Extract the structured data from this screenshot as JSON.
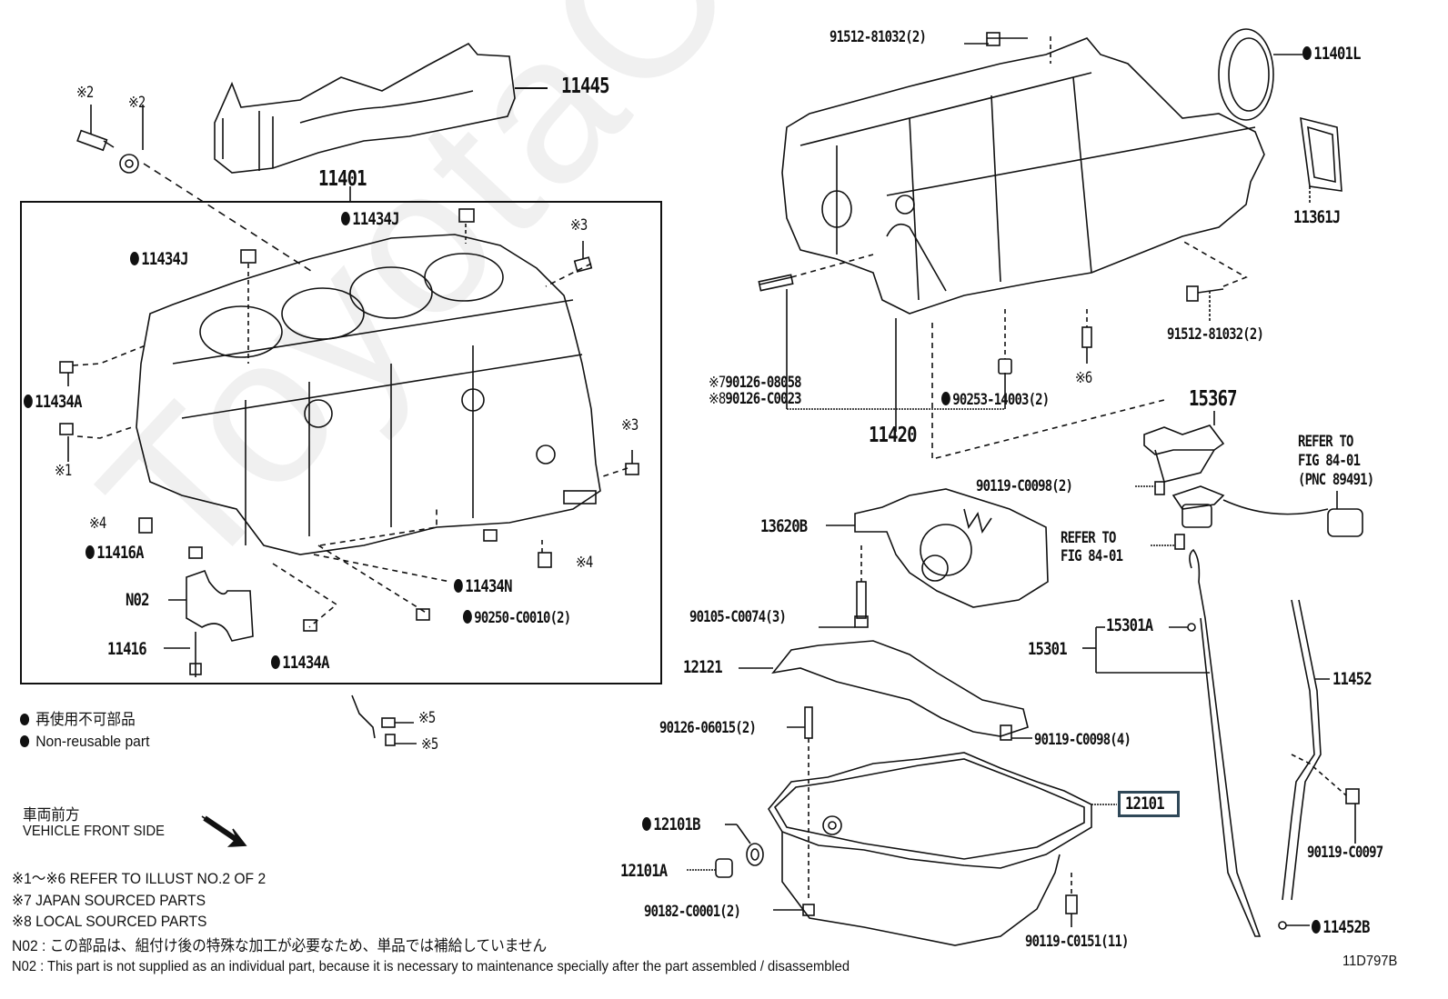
{
  "diagram": {
    "figure_code": "11D797B",
    "watermark": "ToyotaCarMK.ru",
    "highlight_color": "#2f4858",
    "highlighted_part": "12101",
    "parts": {
      "p11445": "11445",
      "p11401": "11401",
      "p11434J_a": "11434J",
      "p11434J_b": "11434J",
      "p11434A_a": "11434A",
      "p11434A_b": "11434A",
      "p11416A": "11416A",
      "p11434N": "11434N",
      "pN02": "N02",
      "p11416": "11416",
      "p90250": "90250-C0010(2)",
      "p91512_top": "91512-81032(2)",
      "p91512_right": "91512-81032(2)",
      "p11401L": "11401L",
      "p11361J": "11361J",
      "p90126_08058": "90126-08058",
      "p90126_C0023": "90126-C0023",
      "p90253": "90253-14003(2)",
      "p11420": "11420",
      "p15367": "15367",
      "p90119_C0098_2": "90119-C0098(2)",
      "p13620B": "13620B",
      "p90105": "90105-C0074(3)",
      "p12121": "12121",
      "p15301A": "15301A",
      "p15301": "15301",
      "p11452": "11452",
      "p90126_06015": "90126-06015(2)",
      "p90119_C0098_4": "90119-C0098(4)",
      "p12101": "12101",
      "p12101B": "12101B",
      "p12101A": "12101A",
      "p90182": "90182-C0001(2)",
      "p90119_C0151": "90119-C0151(11)",
      "p90119_C0097": "90119-C0097",
      "p11452B": "11452B"
    },
    "refs": {
      "r2a": "※2",
      "r2b": "※2",
      "r3a": "※3",
      "r3b": "※3",
      "r1": "※1",
      "r4a": "※4",
      "r4b": "※4",
      "r5a": "※5",
      "r5b": "※5",
      "r6": "※6",
      "r7": "※7",
      "r8": "※8",
      "refer1_line1": "REFER TO",
      "refer1_line2": "FIG 84-01",
      "refer1_line3": "(PNC 89491)",
      "refer2_line1": "REFER TO",
      "refer2_line2": "FIG 84-01"
    },
    "legend": {
      "nonreusable_jp": "再使用不可部品",
      "nonreusable_en": "Non-reusable part",
      "front_jp": "車両前方",
      "front_en": "VEHICLE FRONT SIDE"
    },
    "footnotes": {
      "n1": "※1～※6  REFER TO ILLUST NO.2 OF 2",
      "n2": "※7 JAPAN SOURCED PARTS",
      "n3": "※8 LOCAL SOURCED PARTS",
      "n4": "N02 : この部品は、組付け後の特殊な加工が必要なため、単品では補給していません",
      "n5": "N02 : This part is not supplied as an individual part, because it is necessary to maintenance specially after the part assembled / disassembled"
    }
  }
}
